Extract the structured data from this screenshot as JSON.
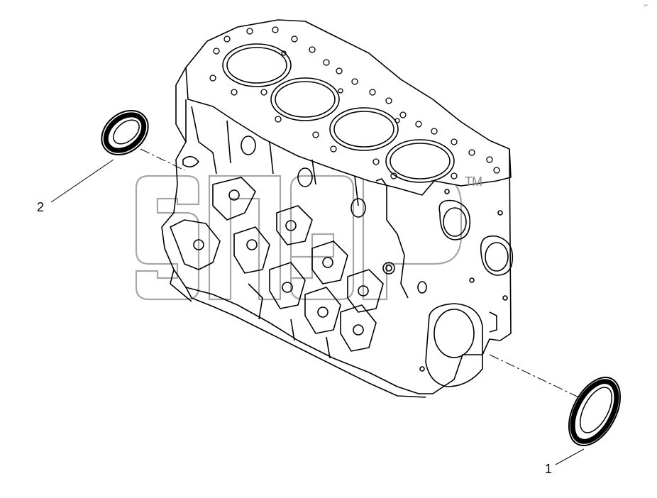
{
  "parts": [
    {
      "callout": "1",
      "item": "rear-crankshaft-oil-seal"
    },
    {
      "callout": "2",
      "item": "front-crankshaft-oil-seal"
    }
  ],
  "watermark": {
    "tm": "TM"
  },
  "corner_mark": "⌐",
  "colors": {
    "line": "#000000",
    "watermark": "#8a8a8a",
    "background": "#ffffff"
  }
}
